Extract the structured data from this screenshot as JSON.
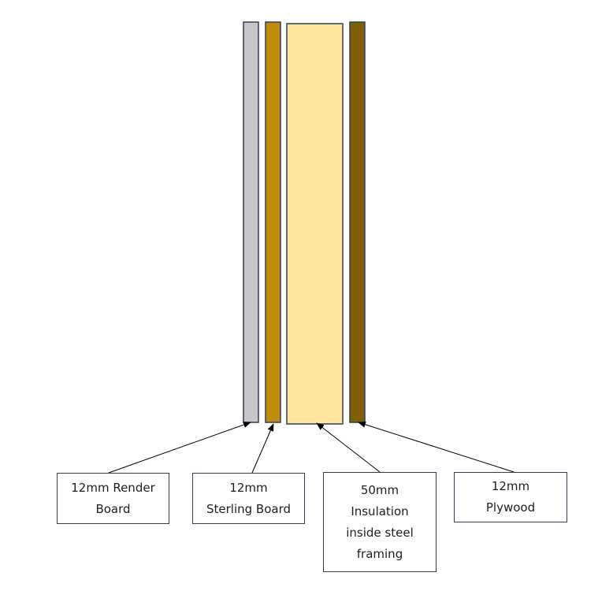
{
  "layers": [
    {
      "id": "render-board",
      "fill": "#c7c7c9"
    },
    {
      "id": "sterling-board",
      "fill": "#bf8c0c"
    },
    {
      "id": "insulation",
      "fill": "#ffe59e"
    },
    {
      "id": "plywood",
      "fill": "#806000"
    }
  ],
  "outline_color": "#2f3f5a",
  "labels": {
    "render_board": {
      "line1": "12mm Render",
      "line2": "Board"
    },
    "sterling_board": {
      "line1": "12mm",
      "line2": "Sterling Board"
    },
    "insulation": {
      "line1": "50mm",
      "line2": "Insulation",
      "line3": "inside steel",
      "line4": "framing"
    },
    "plywood": {
      "line1": "12mm",
      "line2": "Plywood"
    }
  }
}
